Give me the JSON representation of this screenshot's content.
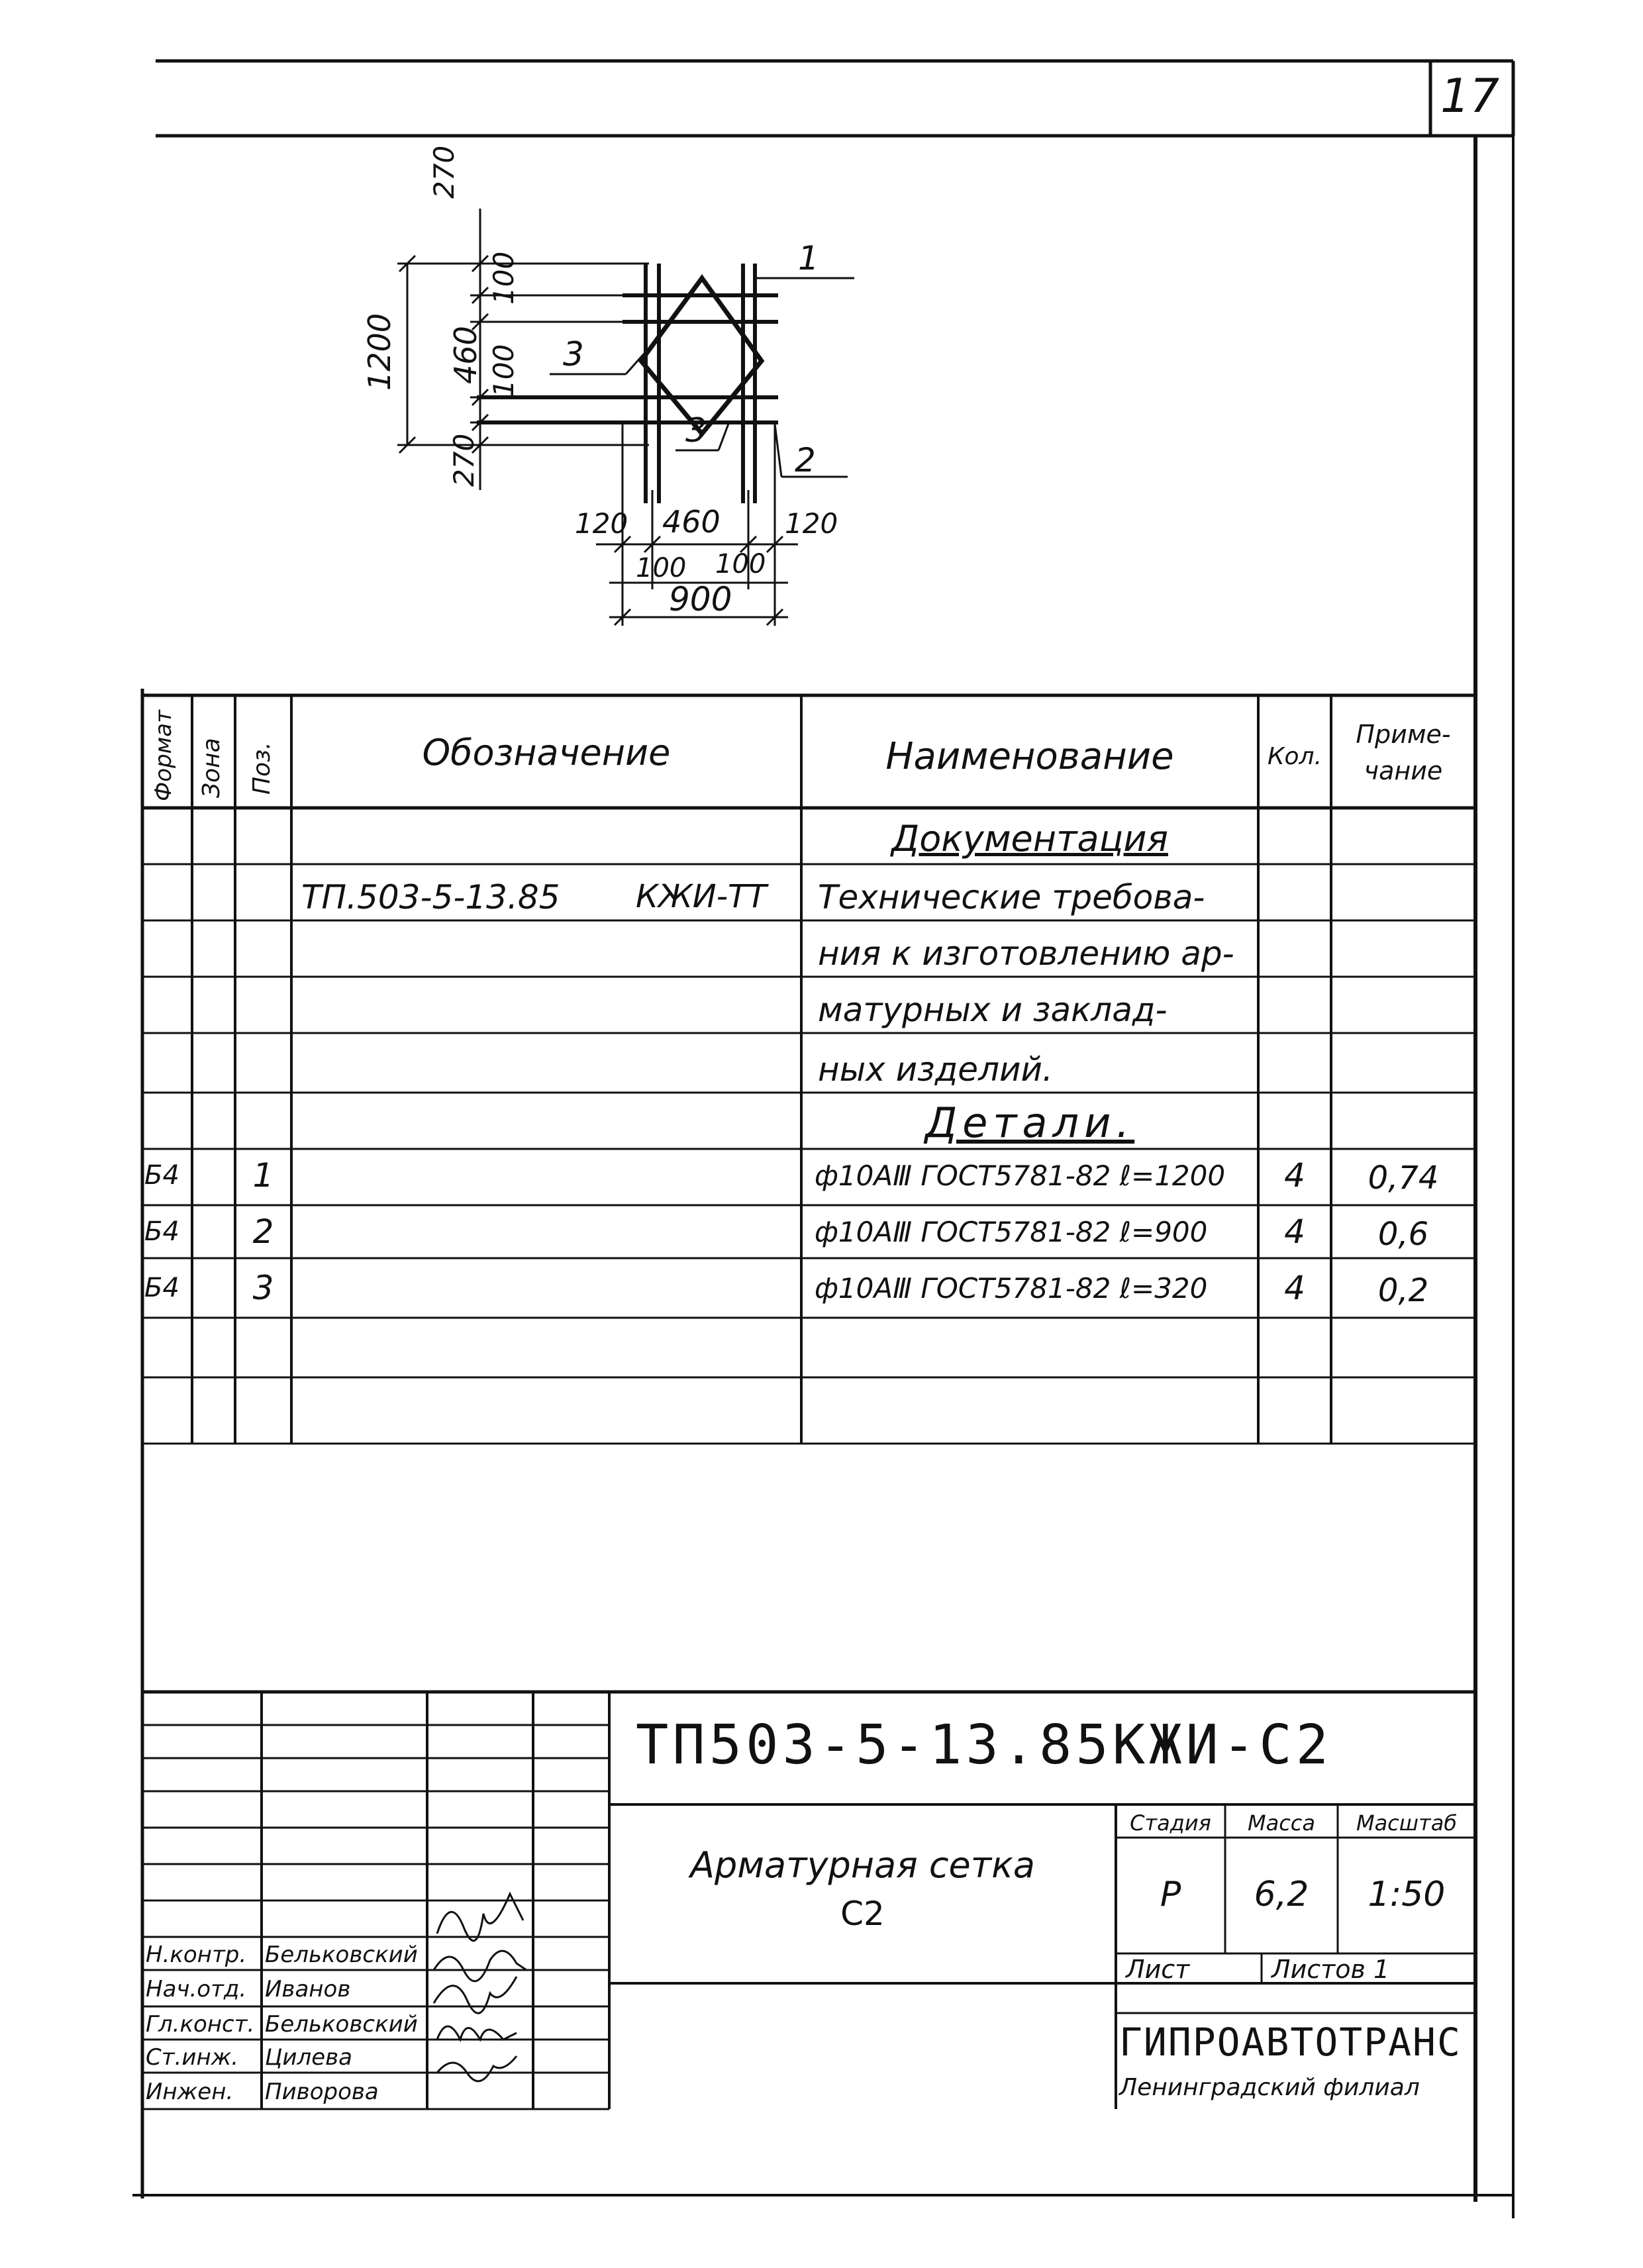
{
  "sheet_number": "17",
  "drawing": {
    "dims_left": [
      "270",
      "100",
      "460",
      "100",
      "270",
      "1200"
    ],
    "dims_bottom": [
      "120",
      "460",
      "120",
      "100",
      "100",
      "900"
    ],
    "callouts": [
      "1",
      "2",
      "3",
      "3"
    ]
  },
  "spec_table": {
    "headers": {
      "forma": "Формат",
      "zona": "Зона",
      "poz": "Поз.",
      "oboznachenie": "Обозначение",
      "naimenovanie": "Наименование",
      "kol": "Кол.",
      "primechanie_1": "Приме-",
      "primechanie_2": "чание"
    },
    "section_docs": "Документация",
    "doc_designation": "ТП.503-5-13.85",
    "doc_code": "КЖИ-ТТ",
    "doc_name_lines": [
      "Технические требова-",
      "ния к изготовлению ар-",
      "матурных и заклад-",
      "ных изделий."
    ],
    "section_details": "Детали.",
    "rows": [
      {
        "forma": "Б4",
        "poz": "1",
        "name": "ф10АⅢ ГОСТ5781-82 ℓ=1200",
        "kol": "4",
        "note": "0,74"
      },
      {
        "forma": "Б4",
        "poz": "2",
        "name": "ф10АⅢ ГОСТ5781-82 ℓ=900",
        "kol": "4",
        "note": "0,6"
      },
      {
        "forma": "Б4",
        "poz": "3",
        "name": "ф10АⅢ ГОСТ5781-82 ℓ=320",
        "kol": "4",
        "note": "0,2"
      }
    ]
  },
  "title_block": {
    "code": "ТП503-5-13.85КЖИ-С2",
    "name_line1": "Арматурная сетка",
    "name_line2": "С2",
    "stage_label": "Стадия",
    "mass_label": "Масса",
    "scale_label": "Масштаб",
    "stage": "Р",
    "mass": "6,2",
    "scale": "1:50",
    "sheet_label": "Лист",
    "sheets_label": "Листов 1",
    "org": "ГИПРОАВТОТРАНС",
    "branch": "Ленинградский филиал",
    "signatures": [
      {
        "role": "Н.контр.",
        "name": "Бельковский"
      },
      {
        "role": "Нач.отд.",
        "name": "Иванов"
      },
      {
        "role": "Гл.конст.",
        "name": "Бельковский"
      },
      {
        "role": "Ст.инж.",
        "name": "Цилева"
      },
      {
        "role": "Инжен.",
        "name": "Пиворова"
      }
    ]
  }
}
